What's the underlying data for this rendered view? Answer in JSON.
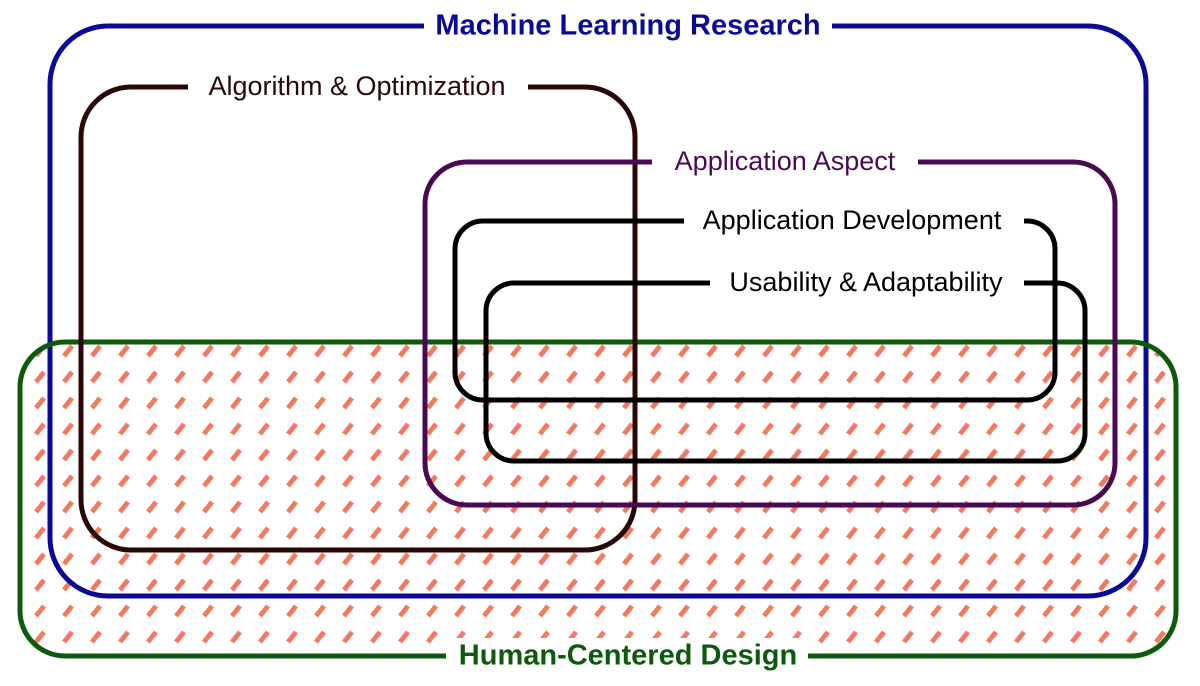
{
  "diagram": {
    "sets": {
      "machine_learning_research": {
        "label": "Machine Learning Research",
        "color": "#0a0a96"
      },
      "algorithm_optimization": {
        "label": "Algorithm & Optimization",
        "color": "#2a0808"
      },
      "application_aspect": {
        "label": "Application Aspect",
        "color": "#4a0a52"
      },
      "application_development": {
        "label": "Application Development",
        "color": "#000000"
      },
      "usability_adaptability": {
        "label": "Usability & Adaptability",
        "color": "#000000"
      },
      "human_centered_design": {
        "label": "Human-Centered Design",
        "color": "#0d5a0d",
        "pattern_color": "#f27a5e"
      }
    }
  }
}
